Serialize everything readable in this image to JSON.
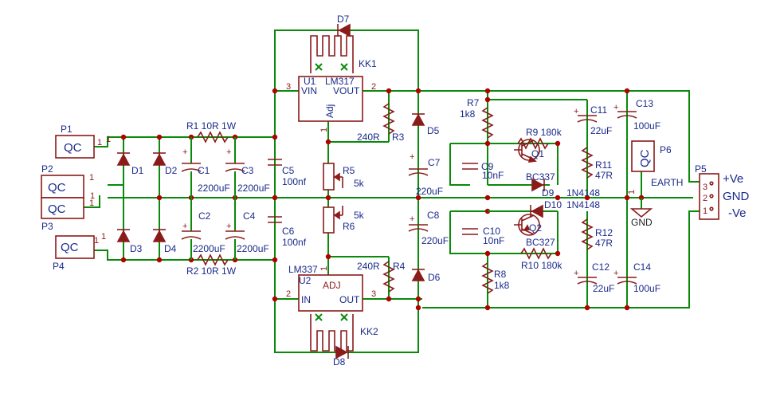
{
  "labels": {
    "P1": "P1",
    "P2": "P2",
    "P3": "P3",
    "P4": "P4",
    "P5": "P5",
    "P6": "P6",
    "QC": "QC",
    "pin1": "1",
    "pin2": "2",
    "pin3": "3",
    "D1": "D1",
    "D2": "D2",
    "D3": "D3",
    "D4": "D4",
    "D5": "D5",
    "D6": "D6",
    "D7": "D7",
    "D8": "D8",
    "D9": "D9",
    "D10": "D10",
    "R1": "R1 10R 1W",
    "R2": "R2 10R 1W",
    "C1": "C1",
    "C2": "C2",
    "C3": "C3",
    "C4": "C4",
    "C1v": "2200uF",
    "C2v": "2200uF",
    "C3v": "2200uF",
    "C4v": "2200uF",
    "C5": "C5",
    "C5v": "100nf",
    "C6": "C6",
    "C6v": "100nf",
    "U1": "U1",
    "U1type": "LM317",
    "VIN": "VIN",
    "VOUT": "VOUT",
    "Adj": "Adj",
    "U2": "U2",
    "U2type": "LM337",
    "ADJ": "ADJ",
    "IN": "IN",
    "OUT": "OUT",
    "KK1": "KK1",
    "KK2": "KK2",
    "R3v": "240R",
    "R3": "R3",
    "R4v": "240R",
    "R4": "R4",
    "R5": "R5",
    "R5v": "5k",
    "R6": "R6",
    "R6v": "5k",
    "C7": "C7",
    "C7v": "220uF",
    "C8": "C8",
    "C8v": "220uF",
    "R7": "R7",
    "R7v": "1k8",
    "R8": "R8",
    "R8v": "1k8",
    "C9": "C9",
    "C9v": "10nF",
    "C10": "C10",
    "C10v": "10nF",
    "R9": "R9 180k",
    "R10": "R10 180k",
    "Q1": "Q1",
    "Q1type": "BC337",
    "Q2": "Q2",
    "Q2type": "BC327",
    "D9type": "1N4148",
    "D10type": "1N4148",
    "R11": "R11",
    "R11v": "47R",
    "R12": "R12",
    "R12v": "47R",
    "C11": "C11",
    "C11v": "22uF",
    "C12": "C12",
    "C12v": "22uF",
    "C13": "C13",
    "C13v": "100uF",
    "C14": "C14",
    "C14v": "100uF",
    "EARTH": "EARTH",
    "GND": "GND",
    "plusVe": "+Ve",
    "GNDout": "GND",
    "minusVe": "-Ve"
  }
}
